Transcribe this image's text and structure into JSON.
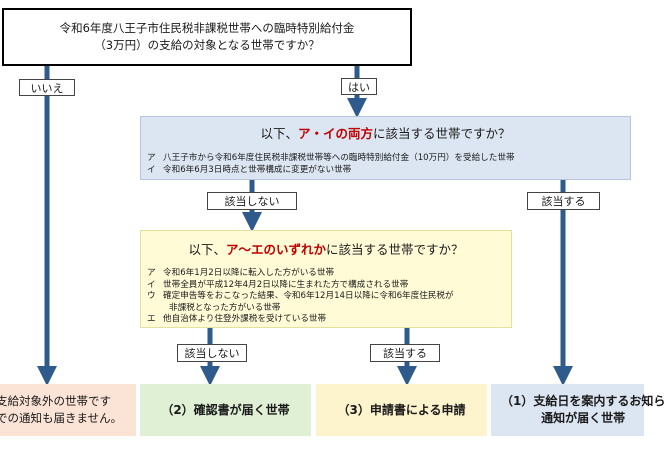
{
  "top_question": {
    "line1": "令和6年度八王子市住民税非課税世帯への臨時特別給付金",
    "line2": "（3万円）の支給の対象となる世帯ですか？"
  },
  "labels": {
    "no": "いいえ",
    "yes": "はい",
    "not_applicable_1": "該当しない",
    "applicable_1": "該当する",
    "not_applicable_2": "該当しない",
    "applicable_2": "該当する"
  },
  "question1": {
    "title_pre": "以下、",
    "title_red": "ア・イの両方",
    "title_post": "に該当する世帯ですか？",
    "items": [
      {
        "mark": "ア",
        "text": "八王子市から令和6年度住民税非課税世帯等への臨時特別給付金（10万円）を受給した世帯"
      },
      {
        "mark": "イ",
        "text": "令和6年6月3日時点と世帯構成に変更がない世帯"
      }
    ]
  },
  "question2": {
    "title_pre": "以下、",
    "title_red": "ア～エのいずれか",
    "title_post": "に該当する世帯ですか？",
    "items": [
      {
        "mark": "ア",
        "text": "令和6年1月2日以降に転入した方がいる世帯"
      },
      {
        "mark": "イ",
        "text": "世帯全員が平成12年4月2日以降に生まれた方で構成される世帯"
      },
      {
        "mark": "ウ",
        "text": "確定申告等をおこなった結果、令和6年12月14日以降に令和6年度住民税が"
      },
      {
        "mark": "",
        "text": "非課税となった方がいる世帯"
      },
      {
        "mark": "エ",
        "text": "他自治体より住登外課税を受けている世帯"
      }
    ]
  },
  "results": {
    "not_eligible_line1": "支給対象外の世帯です",
    "not_eligible_line2": "での通知も届きません。",
    "r2": "（2）確認書が届く世帯",
    "r3": "（3）申請書による申請",
    "r1_line1": "（1）支給日を案内するお知ら",
    "r1_line2": "通知が届く世帯"
  },
  "colors": {
    "arrow": "#2e5b8c",
    "q1_bg": "#dce6f2",
    "q2_bg": "#fffbd6",
    "emphasis_red": "#c00000"
  }
}
